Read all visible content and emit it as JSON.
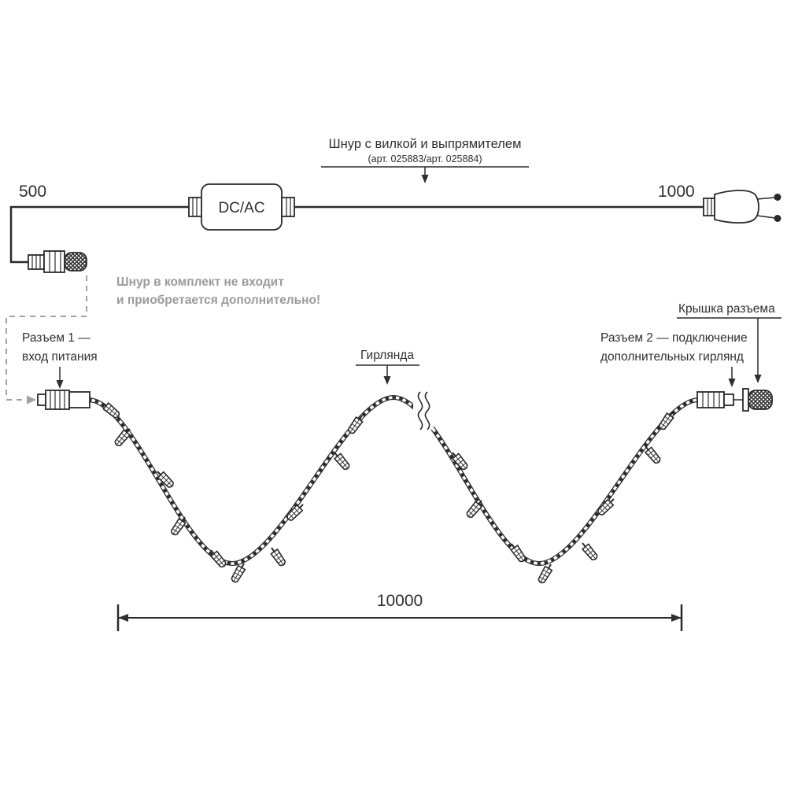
{
  "colors": {
    "ink": "#2a2a2a",
    "text": "#2f2f2f",
    "gray_note": "#9b9b9b",
    "background": "#ffffff"
  },
  "labels": {
    "cord_title": "Шнур с вилкой и выпрямителем",
    "cord_subtitle": "(арт. 025883/арт. 025884)",
    "dim_left": "500",
    "dim_right": "1000",
    "converter": "DC/AC",
    "note_line1": "Шнур в комплект не входит",
    "note_line2": "и приобретается дополнительно!",
    "connector1_line1": "Разъем 1 —",
    "connector1_line2": "вход питания",
    "garland": "Гирлянда",
    "cap": "Крышка разъема",
    "connector2_line1": "Разъем 2 — подключение",
    "connector2_line2": "дополнительных гирлянд",
    "dim_bottom": "10000"
  }
}
